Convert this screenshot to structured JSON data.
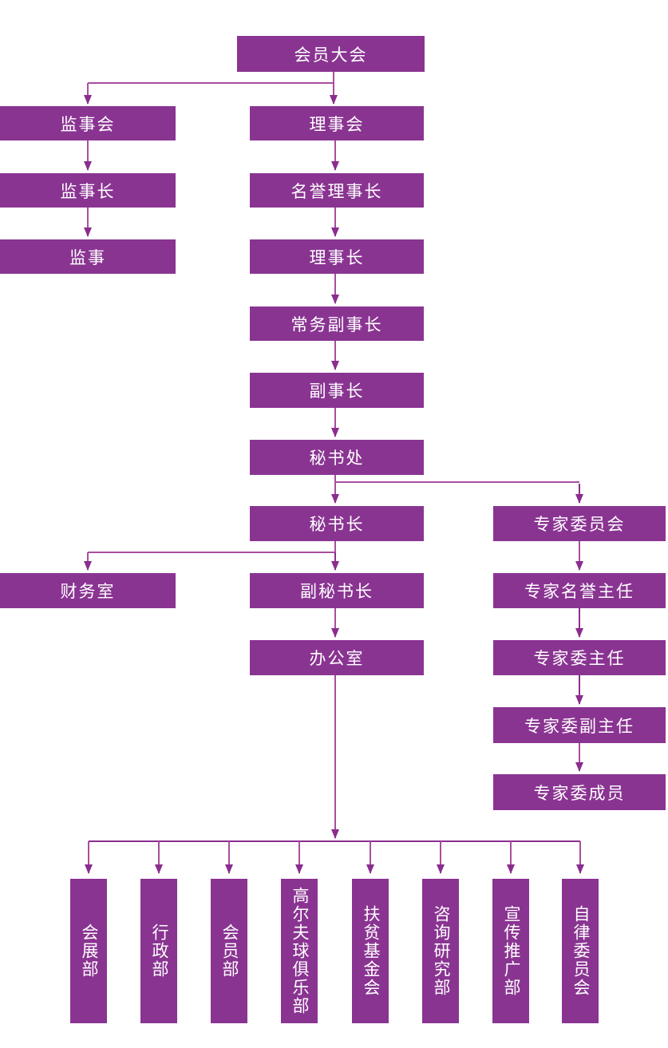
{
  "colors": {
    "box_fill": "#8A3492",
    "line": "#A94E9F",
    "arrow": "#8B2D8E",
    "text": "#FFFFFF",
    "background": "#FFFFFF"
  },
  "nodes": {
    "member_assembly": {
      "label": "会员大会"
    },
    "supervisory_board": {
      "label": "监事会"
    },
    "chief_supervisor": {
      "label": "监事长"
    },
    "supervisor": {
      "label": "监事"
    },
    "council": {
      "label": "理事会"
    },
    "honorary_president": {
      "label": "名誉理事长"
    },
    "president": {
      "label": "理事长"
    },
    "executive_vice_president": {
      "label": "常务副事长"
    },
    "vice_president": {
      "label": "副事长"
    },
    "secretariat": {
      "label": "秘书处"
    },
    "secretary_general": {
      "label": "秘书长"
    },
    "expert_committee": {
      "label": "专家委员会"
    },
    "finance_office": {
      "label": "财务室"
    },
    "deputy_secretary_general": {
      "label": "副秘书长"
    },
    "expert_honorary_director": {
      "label": "专家名誉主任"
    },
    "office": {
      "label": "办公室"
    },
    "expert_director": {
      "label": "专家委主任"
    },
    "expert_deputy_director": {
      "label": "专家委副主任"
    },
    "expert_members": {
      "label": "专家委成员"
    },
    "dept_exhibition": {
      "label": "会展部"
    },
    "dept_admin": {
      "label": "行政部"
    },
    "dept_membership": {
      "label": "会员部"
    },
    "dept_golf_club": {
      "label": "高尔夫球俱乐部"
    },
    "dept_poverty_fund": {
      "label": "扶贫基金会"
    },
    "dept_research": {
      "label": "咨询研究部"
    },
    "dept_promotion": {
      "label": "宣传推广部"
    },
    "dept_self_discipline": {
      "label": "自律委员会"
    }
  }
}
